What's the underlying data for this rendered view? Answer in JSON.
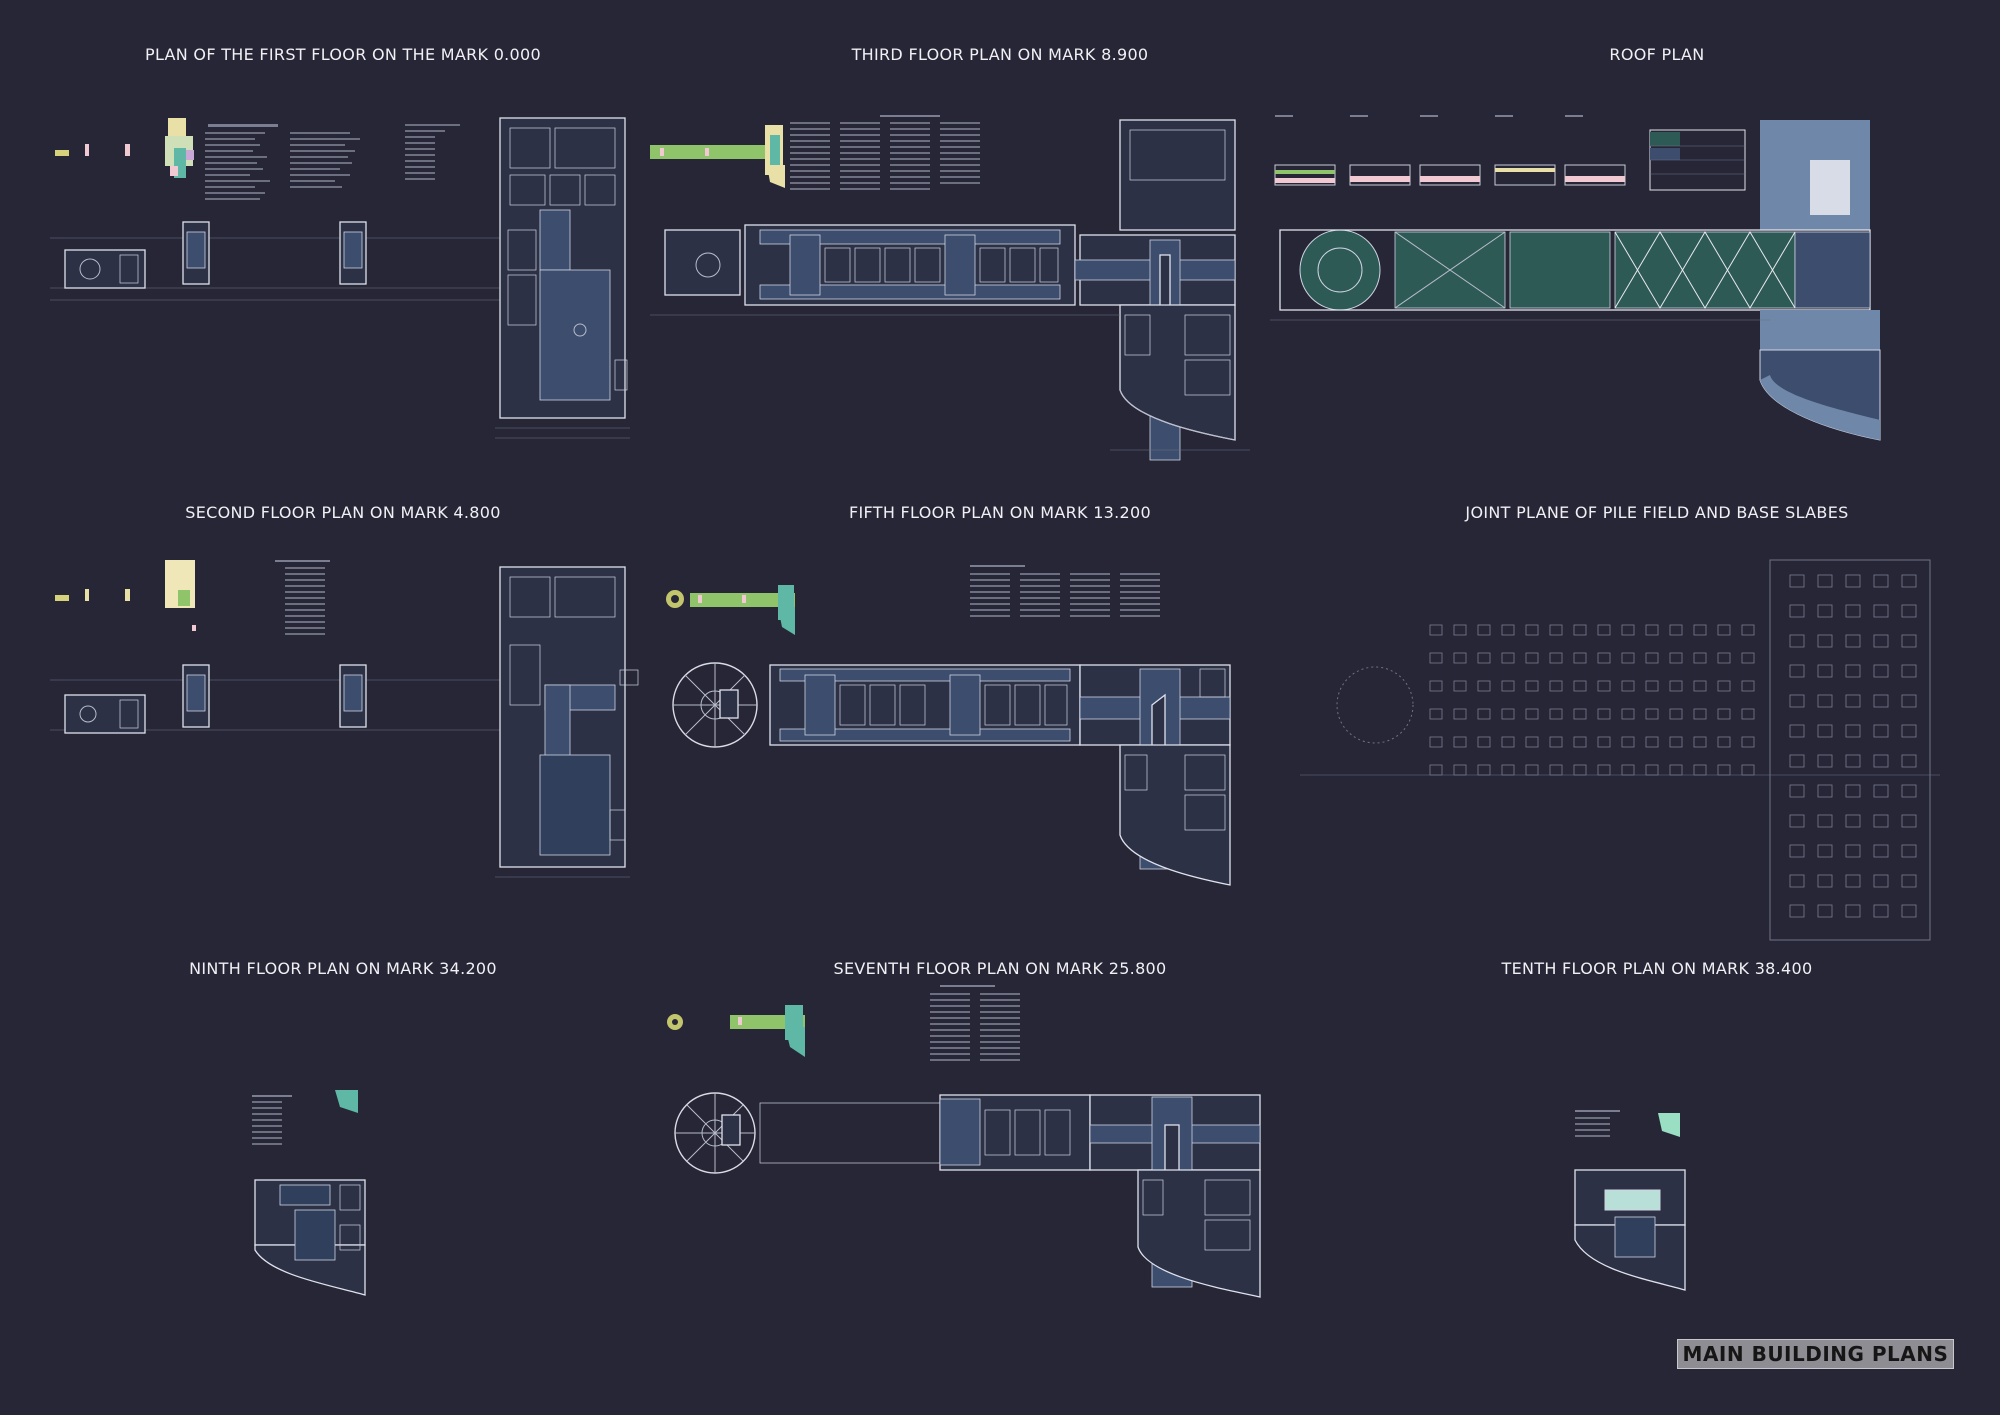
{
  "titles": {
    "first_floor": "PLAN OF THE FIRST FLOOR ON THE MARK 0.000",
    "third_floor": "THIRD FLOOR PLAN ON MARK 8.900",
    "roof": "ROOF PLAN",
    "second_floor": "SECOND FLOOR PLAN ON MARK 4.800",
    "fifth_floor": "FIFTH FLOOR PLAN ON MARK 13.200",
    "pile_field": "JOINT PLANE OF PILE FIELD AND BASE SLABES",
    "ninth_floor": "NINTH FLOOR PLAN ON MARK 34.200",
    "seventh_floor": "SEVENTH FLOOR PLAN ON MARK 25.800",
    "tenth_floor": "TENTH FLOOR PLAN ON MARK 38.400"
  },
  "sheet_title": "MAIN BUILDING PLANS",
  "colors": {
    "background": "#272636",
    "plan_fill": "#3c4d6e",
    "roof_green": "#2e5a55",
    "legend_green": "#8fc46a",
    "legend_yellow": "#e3dca0",
    "legend_pink": "#f0c9d2",
    "legend_teal": "#5fb7a5"
  }
}
